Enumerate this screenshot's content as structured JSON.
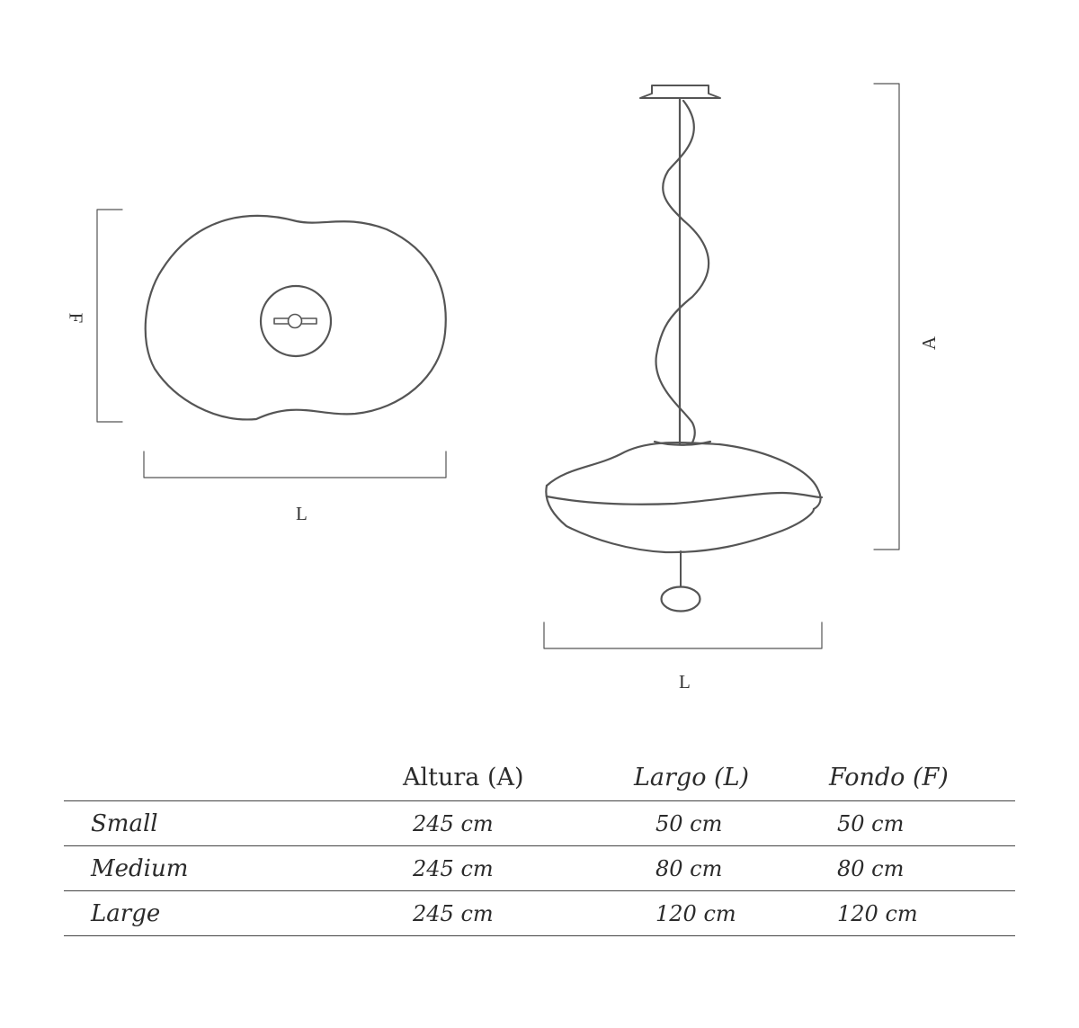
{
  "labels": {
    "top_view_depth": "F",
    "top_view_length": "L",
    "side_view_height": "A",
    "side_view_length": "L"
  },
  "table": {
    "headers": [
      "",
      "Altura (A)",
      "Largo (L)",
      "Fondo (F)"
    ],
    "rows": [
      {
        "name": "Small",
        "altura": "245 cm",
        "largo": "50 cm",
        "fondo": "50 cm"
      },
      {
        "name": "Medium",
        "altura": "245 cm",
        "largo": "80 cm",
        "fondo": "80 cm"
      },
      {
        "name": "Large",
        "altura": "245 cm",
        "largo": "120 cm",
        "fondo": "120 cm"
      }
    ]
  },
  "colors": {
    "line": "#555555",
    "text": "#2b2b2b"
  }
}
